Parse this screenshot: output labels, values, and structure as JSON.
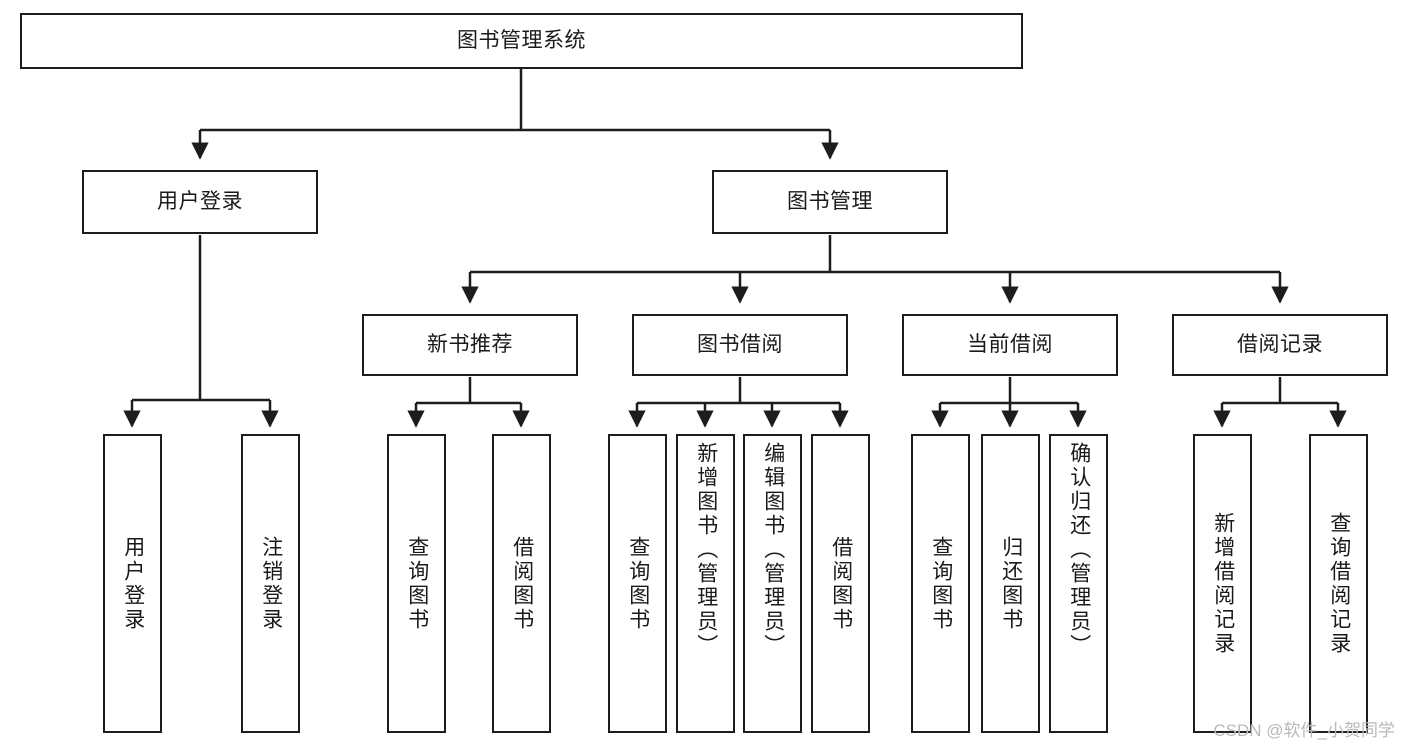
{
  "diagram": {
    "title": "图书管理系统",
    "type": "tree-hierarchy",
    "root": {
      "label": "图书管理系统"
    },
    "level2": [
      {
        "label": "用户登录"
      },
      {
        "label": "图书管理"
      }
    ],
    "level3": [
      {
        "label": "新书推荐"
      },
      {
        "label": "图书借阅"
      },
      {
        "label": "当前借阅"
      },
      {
        "label": "借阅记录"
      }
    ],
    "leaves": {
      "user_login": [
        {
          "label": "用户登录"
        },
        {
          "label": "注销登录"
        }
      ],
      "new_book_recommend": [
        {
          "label": "查询图书"
        },
        {
          "label": "借阅图书"
        }
      ],
      "book_borrow": [
        {
          "label": "查询图书"
        },
        {
          "label": "新增图书（管理员）"
        },
        {
          "label": "编辑图书（管理员）"
        },
        {
          "label": "借阅图书"
        }
      ],
      "current_borrow": [
        {
          "label": "查询图书"
        },
        {
          "label": "归还图书"
        },
        {
          "label": "确认归还（管理员）"
        }
      ],
      "borrow_record": [
        {
          "label": "新增借阅记录"
        },
        {
          "label": "查询借阅记录"
        }
      ]
    }
  },
  "watermark": {
    "text": "CSDN @软件_小贺同学"
  },
  "colors": {
    "stroke": "#1d1d1d",
    "fill": "#ffffff",
    "text": "#1a1a1a",
    "watermark": "#b9b9b9"
  }
}
